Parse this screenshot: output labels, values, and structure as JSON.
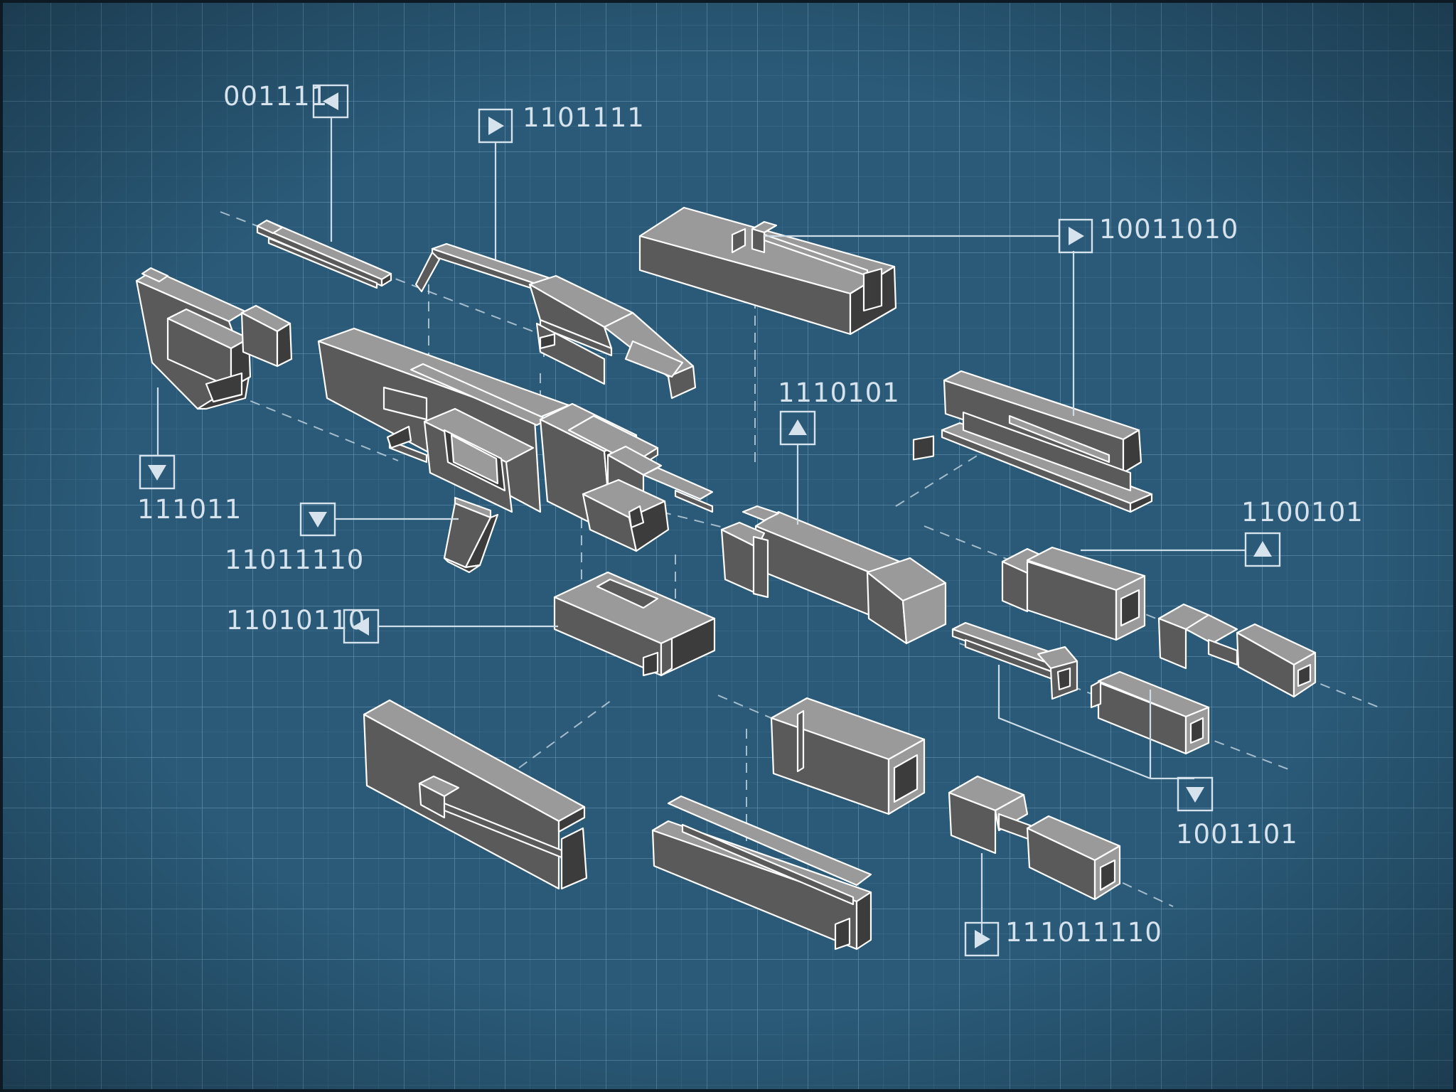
{
  "colors": {
    "background": "#2a5a78",
    "grid": "#4d7c99",
    "part_top": "#9a9a9a",
    "part_side": "#5a5a5a",
    "outline": "#ffffff",
    "label": "#d6e2ec"
  },
  "labels": {
    "l001111": "001111",
    "l1101111": "1101111",
    "l10011010": "10011010",
    "l111011": "111011",
    "l11011110": "11011110",
    "l1110101": "1110101",
    "l1100101": "1100101",
    "l11010110": "11010110",
    "l1001101": "1001101",
    "l111011110": "111011110"
  },
  "markers": {
    "m001111": "arrow-left-icon",
    "m1101111": "arrow-right-icon",
    "m10011010": "arrow-right-icon",
    "m111011": "arrow-down-icon",
    "m11011110": "arrow-down-icon",
    "m1110101": "arrow-up-icon",
    "m1100101": "arrow-up-icon",
    "m11010110": "arrow-left-icon",
    "m1001101": "arrow-down-icon",
    "m111011110": "arrow-right-icon"
  }
}
